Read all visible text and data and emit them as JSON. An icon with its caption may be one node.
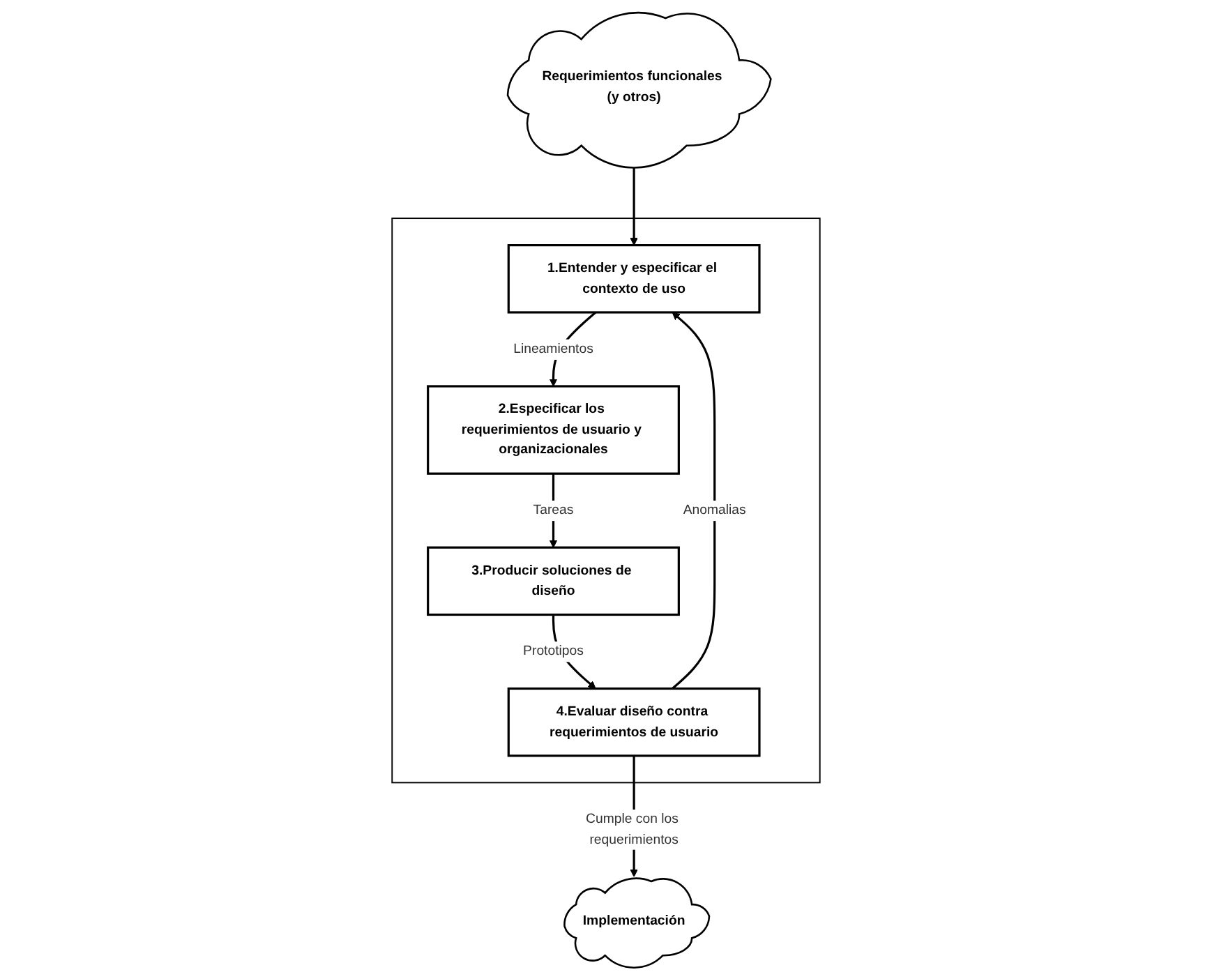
{
  "diagram": {
    "nodes": [
      {
        "text": [
          "Requerimientos funcionales (y otros)"
        ]
      },
      {
        "text": [
          "Implementación"
        ]
      },
      {
        "text": [],
        "shape": "box"
      },
      {
        "text": [
          "1.Entender y especificar el contexto de uso"
        ],
        "in": 2
      },
      {
        "text": [
          "4.Evaluar diseño contra requerimientos de usuario"
        ],
        "in": 2
      },
      {
        "text": [
          "2.Especificar los requerimientos de usuario y organizacionales"
        ],
        "in": 2
      },
      {
        "text": [
          "3.Producir soluciones de diseño"
        ],
        "in": 2
      }
    ],
    "edges": [
      {
        "from": 0,
        "to": 3,
        "arrow": "to"
      },
      {
        "from": 3,
        "to": 5,
        "arrow": "to",
        "label": "Lineamientos"
      },
      {
        "from": 5,
        "to": 6,
        "arrow": "to",
        "label": "Tareas"
      },
      {
        "from": 4,
        "to": 3,
        "arrow": "to",
        "label": "Anomalias"
      },
      {
        "from": 6,
        "to": 4,
        "arrow": "to",
        "label": "Prototipos"
      },
      {
        "from": 4,
        "to": 1,
        "arrow": "to",
        "label": "Cumple con los requerimientos"
      }
    ]
  }
}
